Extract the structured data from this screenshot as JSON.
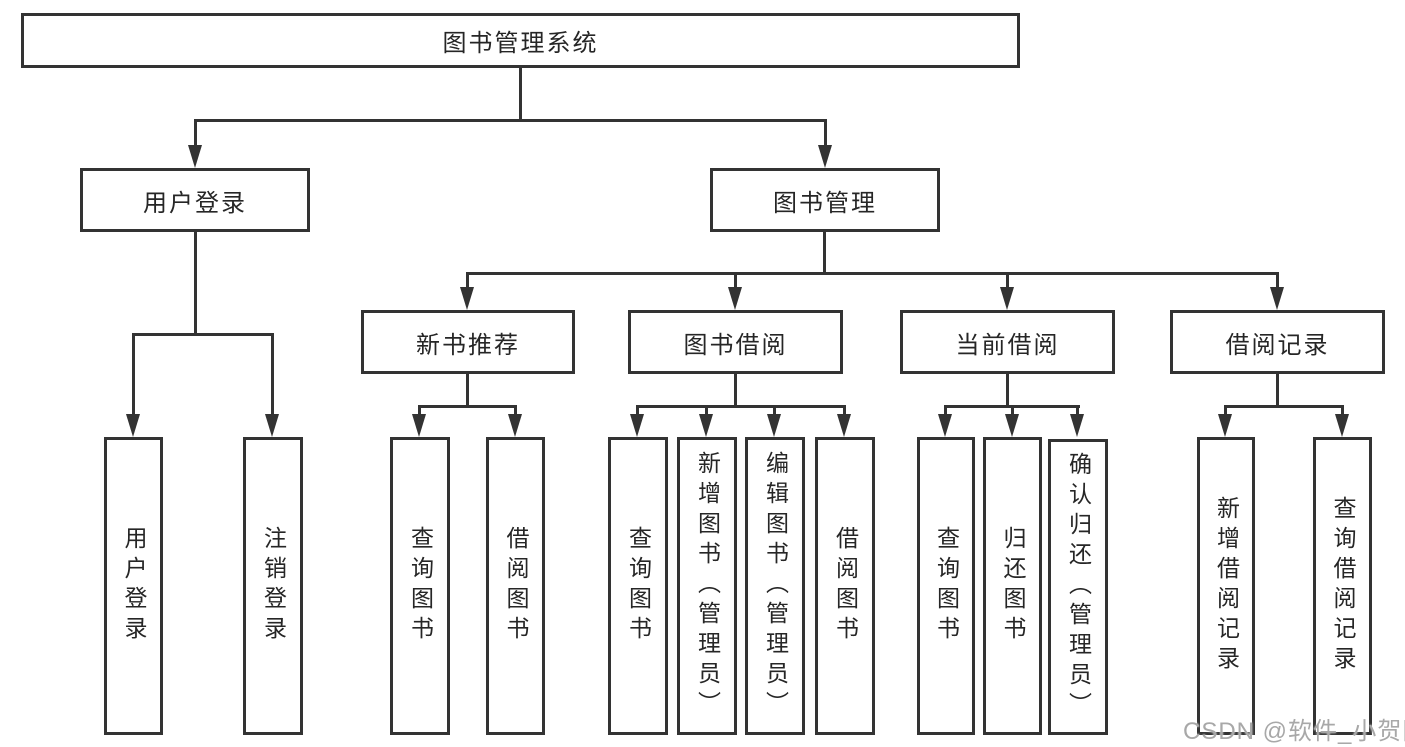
{
  "tree": {
    "label": "图书管理系统",
    "children": [
      {
        "label": "用户登录",
        "children": [
          {
            "label": "用户登录"
          },
          {
            "label": "注销登录"
          }
        ]
      },
      {
        "label": "图书管理",
        "children": [
          {
            "label": "新书推荐",
            "children": [
              {
                "label": "查询图书"
              },
              {
                "label": "借阅图书"
              }
            ]
          },
          {
            "label": "图书借阅",
            "children": [
              {
                "label": "查询图书"
              },
              {
                "label": "新增图书（管理员）"
              },
              {
                "label": "编辑图书（管理员）"
              },
              {
                "label": "借阅图书"
              }
            ]
          },
          {
            "label": "当前借阅",
            "children": [
              {
                "label": "查询图书"
              },
              {
                "label": "归还图书"
              },
              {
                "label": "确认归还（管理员）"
              }
            ]
          },
          {
            "label": "借阅记录",
            "children": [
              {
                "label": "新增借阅记录"
              },
              {
                "label": "查询借阅记录"
              }
            ]
          }
        ]
      }
    ]
  },
  "watermark": {
    "text": "CSDN @软件_小贺同学"
  },
  "colors": {
    "line": "#333333",
    "box_background": "#ffffff",
    "node_text": "#262626",
    "watermark_text": "#a8a8a8",
    "page_background": "#ffffff"
  }
}
